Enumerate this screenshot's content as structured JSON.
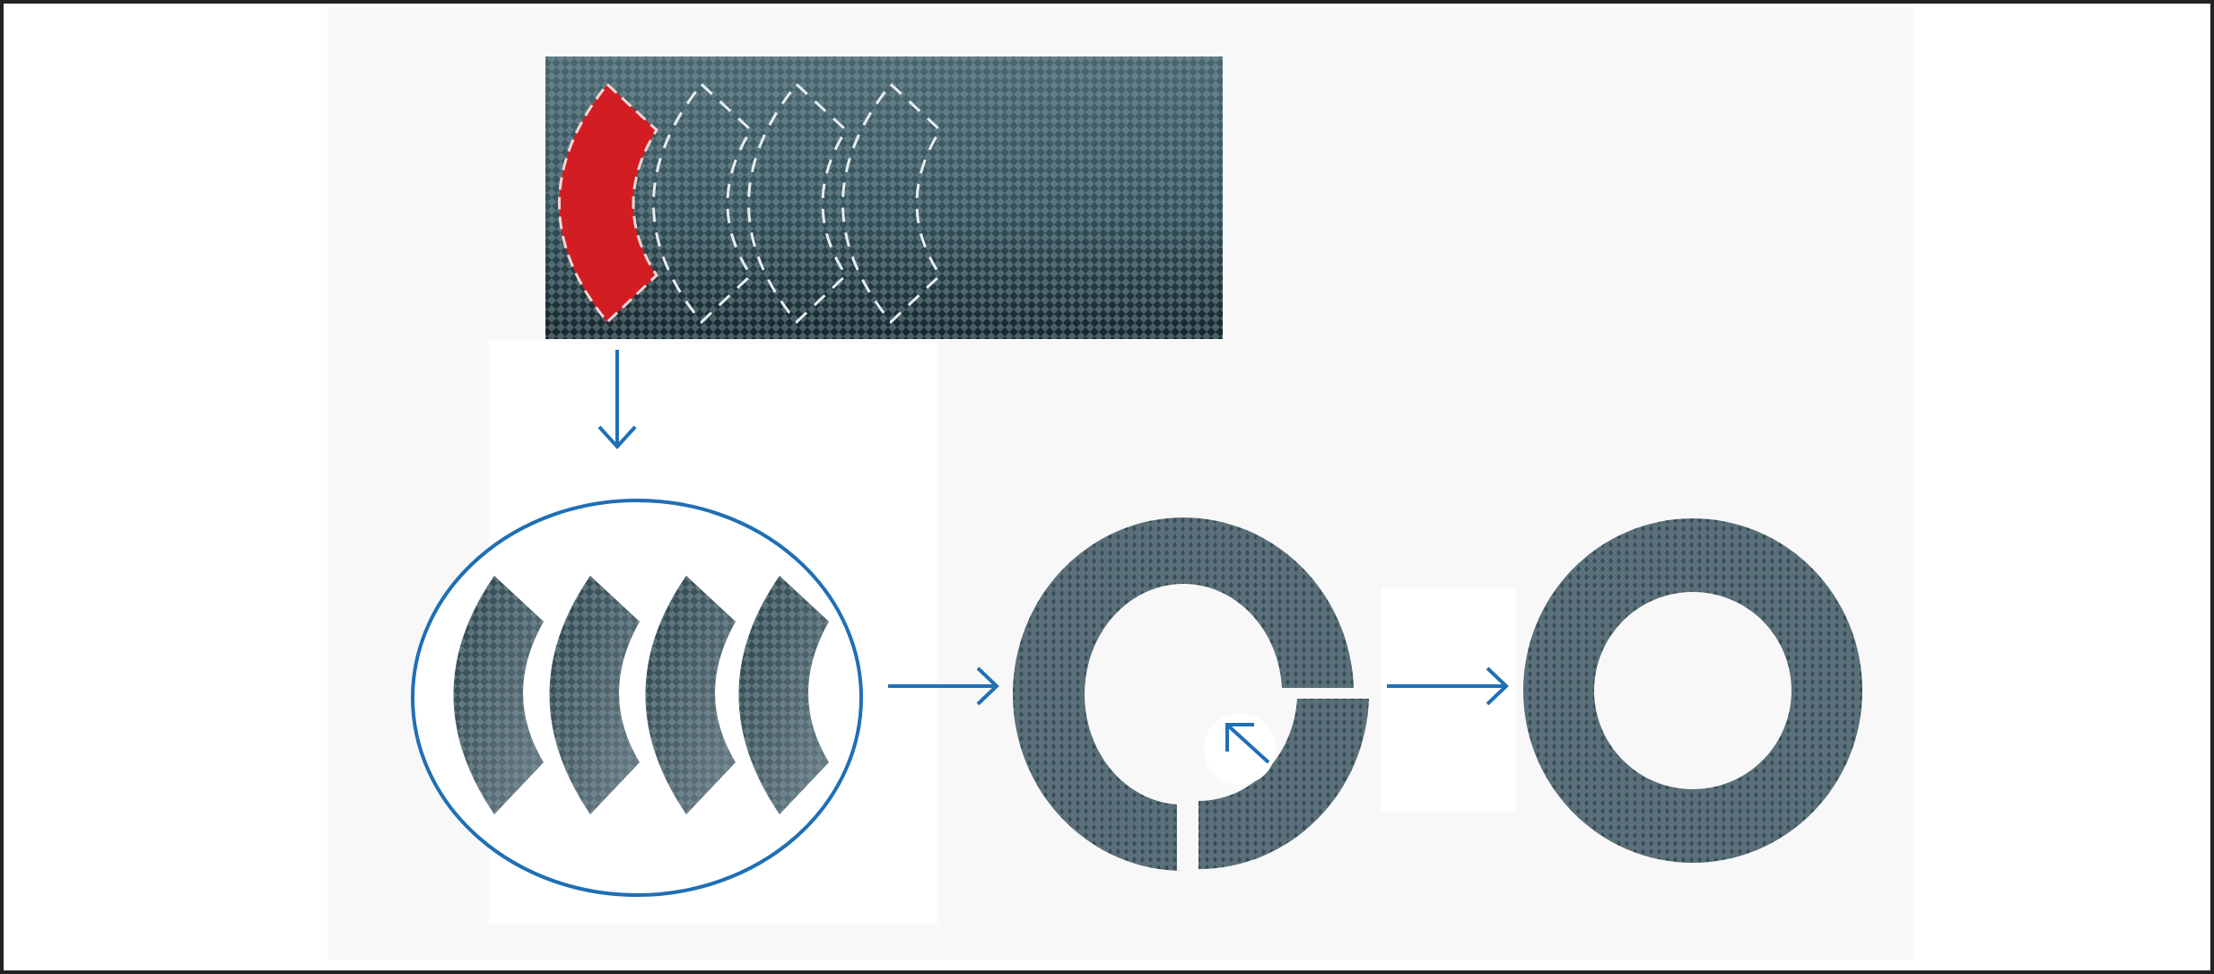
{
  "diagram": {
    "description_text": "",
    "steps": [
      {
        "id": "fabric-sheet",
        "highlighted_piece_count": 1,
        "outlined_piece_count": 3
      },
      {
        "id": "cut-segments",
        "segment_count": 4
      },
      {
        "id": "split-ring-assembly"
      },
      {
        "id": "finished-ring"
      }
    ],
    "colors": {
      "accent_blue": "#1f6fb5",
      "highlight_red": "#d21d22",
      "fabric_dark": "#2c444c",
      "fabric_mid": "#5a6f79",
      "panel_background": "#f8f8f8",
      "frame": "#222222"
    },
    "icons": [
      "arrow-down-icon",
      "arrow-right-icon",
      "arrow-up-left-icon"
    ]
  }
}
